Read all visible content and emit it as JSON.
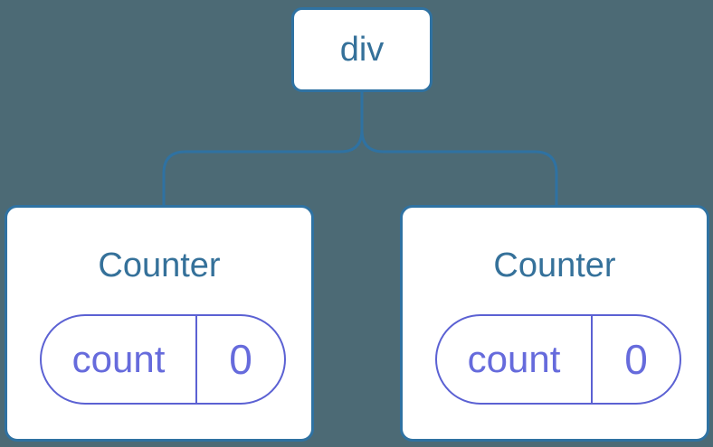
{
  "diagram": {
    "root": {
      "label": "div"
    },
    "children": [
      {
        "title": "Counter",
        "state": {
          "name": "count",
          "value": "0"
        }
      },
      {
        "title": "Counter",
        "state": {
          "name": "count",
          "value": "0"
        }
      }
    ]
  },
  "colors": {
    "background": "#4c6a75",
    "card_background": "#ffffff",
    "card_border": "#2f72a2",
    "node_text": "#35719a",
    "connector": "#2f72a2",
    "state_border": "#5b61d3",
    "state_text": "#666bdc"
  }
}
